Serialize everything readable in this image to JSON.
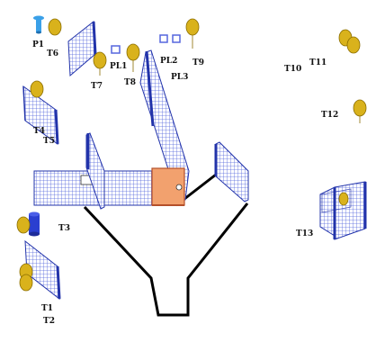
{
  "labels": {
    "P1": "P1",
    "T6": "T6",
    "T7": "T7",
    "PL1": "PL1",
    "T8": "T8",
    "PL2": "PL2",
    "PL3": "PL3",
    "T9": "T9",
    "T10": "T10",
    "T11": "T11",
    "T12": "T12",
    "T4": "T4",
    "T5": "T5",
    "T3": "T3",
    "T13": "T13",
    "T1": "T1",
    "T2": "T2"
  },
  "colors": {
    "panel_edge": "#2233aa",
    "panel_grid": "#5566dd",
    "target": "#d9b21c",
    "target_edge": "#8a6d00",
    "track": "#000000",
    "box": "#f2a16e",
    "box_edge": "#b5502a",
    "cylinder": "#2b3fd0",
    "pole": "#3aa0e8"
  },
  "icons": {
    "targets": "octagon-target-icon",
    "pillar": "blue-pillar-icon",
    "cylinder": "blue-cylinder-icon",
    "small_box": "small-box-icon"
  }
}
